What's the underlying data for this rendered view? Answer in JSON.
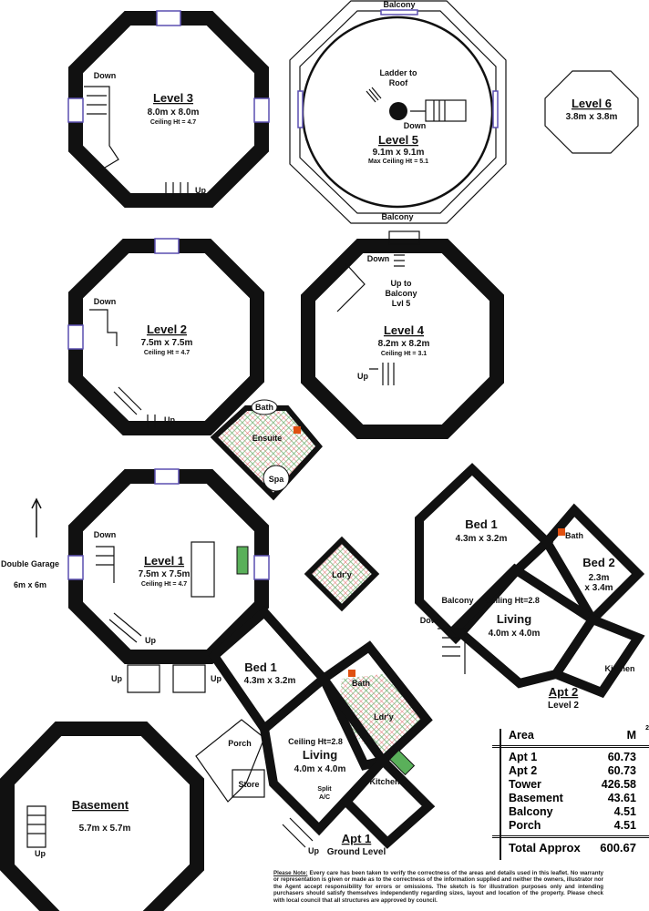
{
  "level3": {
    "title": "Level 3",
    "size": "8.0m x 8.0m",
    "ceiling": "Ceiling Ht = 4.7",
    "down": "Down",
    "up": "Up"
  },
  "level5": {
    "title": "Level 5",
    "size": "9.1m x 9.1m",
    "ceiling": "Max Ceiling Ht = 5.1",
    "ladder_line1": "Ladder to",
    "ladder_line2": "Roof",
    "down": "Down",
    "balcony_top": "Balcony",
    "balcony_bottom": "Balcony"
  },
  "level6": {
    "title": "Level 6",
    "size": "3.8m x 3.8m"
  },
  "level2": {
    "title": "Level 2",
    "size": "7.5m x 7.5m",
    "ceiling": "Ceiling Ht = 4.7",
    "down": "Down",
    "up": "Up",
    "bath": "Bath",
    "ensuite": "Ensuite",
    "spa": "Spa"
  },
  "level4": {
    "title": "Level 4",
    "size": "8.2m x 8.2m",
    "ceiling": "Ceiling Ht = 3.1",
    "down": "Down",
    "up": "Up",
    "up_to_1": "Up to",
    "up_to_2": "Balcony",
    "up_to_3": "Lvl 5"
  },
  "level1": {
    "title": "Level 1",
    "size": "7.5m x 7.5m",
    "ceiling": "Ceiling Ht = 4.7",
    "down": "Down",
    "up": "Up",
    "up_left": "Up",
    "up_right": "Up"
  },
  "garage": {
    "line1": "Double Garage",
    "line2": "6m x 6m"
  },
  "laundry_small": {
    "label": "Ldr'y"
  },
  "apt2": {
    "title": "Apt 2",
    "subtitle": "Level 2",
    "bed1": "Bed 1",
    "bed1_size": "4.3m x 3.2m",
    "bed2": "Bed 2",
    "bed2_size1": "2.3m",
    "bed2_size2": "x 3.4m",
    "bath": "Bath",
    "ceiling": "Ceiling Ht=2.8",
    "living": "Living",
    "living_size": "4.0m x 4.0m",
    "kitchen": "Kitchen",
    "balcony": "Balcony",
    "down": "Down"
  },
  "apt1": {
    "title": "Apt 1",
    "subtitle": "Ground Level",
    "bed1": "Bed 1",
    "bed1_size": "4.3m x 3.2m",
    "bath": "Bath",
    "laundry": "Ldr'y",
    "ceiling": "Ceiling Ht=2.8",
    "living": "Living",
    "living_size": "4.0m x 4.0m",
    "kitchen": "Kitchen",
    "porch": "Porch",
    "store": "Store",
    "ac1": "Split",
    "ac2": "A/C",
    "up": "Up"
  },
  "basement": {
    "title": "Basement",
    "size": "5.7m x 5.7m",
    "up": "Up"
  },
  "area_table": {
    "header_label": "Area",
    "header_unit": "M",
    "header_sup": "2",
    "rows": [
      {
        "name": "Apt 1",
        "value": "60.73"
      },
      {
        "name": "Apt 2",
        "value": "60.73"
      },
      {
        "name": "Tower",
        "value": "426.58"
      },
      {
        "name": "Basement",
        "value": "43.61"
      },
      {
        "name": "Balcony",
        "value": "4.51"
      },
      {
        "name": "Porch",
        "value": "4.51"
      }
    ],
    "total_label": "Total Approx",
    "total_value": "600.67"
  },
  "note": {
    "heading": "Please Note:",
    "body": "Every care has been taken to verify the correctness of the areas and details used in this leaflet. No warranty or representation is given or made as to the correctness of the information supplied and neither the owners, illustrator nor the Agent accept responsibility for errors or omissions. The sketch is for illustration purposes only and intending purchasers should satisfy themselves independently regarding sizes, layout and location of the property. Please check with local council that all structures are approved by council."
  },
  "colors": {
    "wall": "#111111",
    "window": "#5a4fb0",
    "tile_red": "#e07070",
    "tile_green": "#70b070",
    "toilet": "#e05010"
  }
}
